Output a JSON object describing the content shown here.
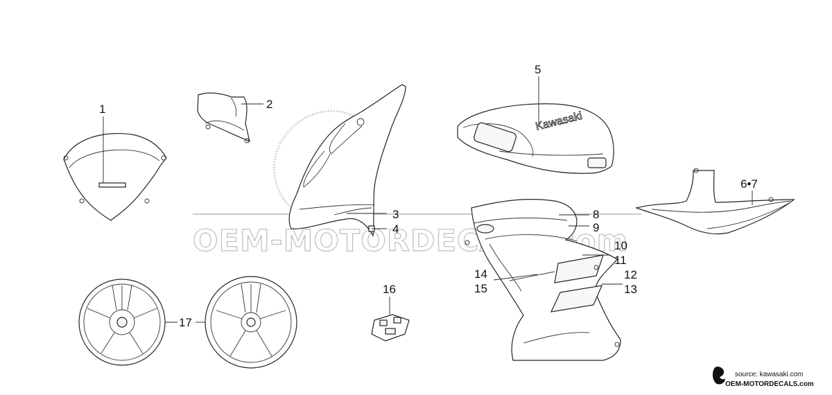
{
  "diagram": {
    "watermark": "OEM-MOTORDECALS.com",
    "tank_decal": "Kawasaki",
    "callouts": {
      "p1": "1",
      "p2": "2",
      "p3": "3",
      "p4": "4",
      "p5": "5",
      "p67": "6•7",
      "p8": "8",
      "p9": "9",
      "p10": "10",
      "p11": "11",
      "p12": "12",
      "p13": "13",
      "p14": "14",
      "p15": "15",
      "p16": "16",
      "p17": "17"
    }
  },
  "footer": {
    "source": "source: kawasaki.com",
    "site": "OEM-MOTORDECALS.com"
  }
}
